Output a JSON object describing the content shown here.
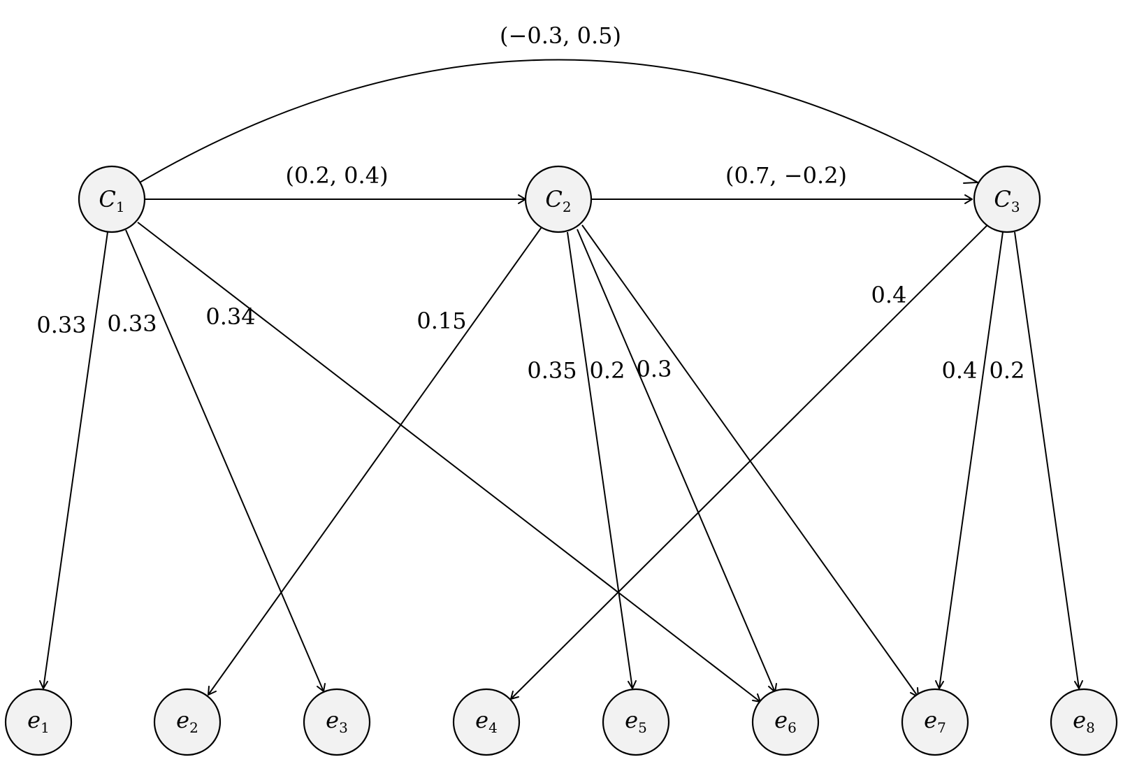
{
  "diagram": {
    "nodes": {
      "C1": {
        "letter": "C",
        "sub": "1"
      },
      "C2": {
        "letter": "C",
        "sub": "2"
      },
      "C3": {
        "letter": "C",
        "sub": "3"
      },
      "e1": {
        "letter": "e",
        "sub": "1"
      },
      "e2": {
        "letter": "e",
        "sub": "2"
      },
      "e3": {
        "letter": "e",
        "sub": "3"
      },
      "e4": {
        "letter": "e",
        "sub": "4"
      },
      "e5": {
        "letter": "e",
        "sub": "5"
      },
      "e6": {
        "letter": "e",
        "sub": "6"
      },
      "e7": {
        "letter": "e",
        "sub": "7"
      },
      "e8": {
        "letter": "e",
        "sub": "8"
      }
    },
    "edges": {
      "c1_c3": {
        "from": "C1",
        "to": "C3",
        "label": "(−0.3, 0.5)"
      },
      "c1_c2": {
        "from": "C1",
        "to": "C2",
        "label": "(0.2, 0.4)"
      },
      "c2_c3": {
        "from": "C2",
        "to": "C3",
        "label": "(0.7, −0.2)"
      },
      "c1_e1": {
        "from": "C1",
        "to": "e1",
        "label": "0.33"
      },
      "c1_e3": {
        "from": "C1",
        "to": "e3",
        "label": "0.33"
      },
      "c1_e6": {
        "from": "C1",
        "to": "e6",
        "label": "0.34"
      },
      "c2_e2": {
        "from": "C2",
        "to": "e2",
        "label": "0.15"
      },
      "c2_e5": {
        "from": "C2",
        "to": "e5",
        "label": "0.35"
      },
      "c2_e6": {
        "from": "C2",
        "to": "e6",
        "label": "0.2"
      },
      "c2_e7": {
        "from": "C2",
        "to": "e7",
        "label": "0.3"
      },
      "c3_e4": {
        "from": "C3",
        "to": "e4",
        "label": "0.4"
      },
      "c3_e7": {
        "from": "C3",
        "to": "e7",
        "label": "0.4"
      },
      "c3_e8": {
        "from": "C3",
        "to": "e8",
        "label": "0.2"
      }
    }
  }
}
